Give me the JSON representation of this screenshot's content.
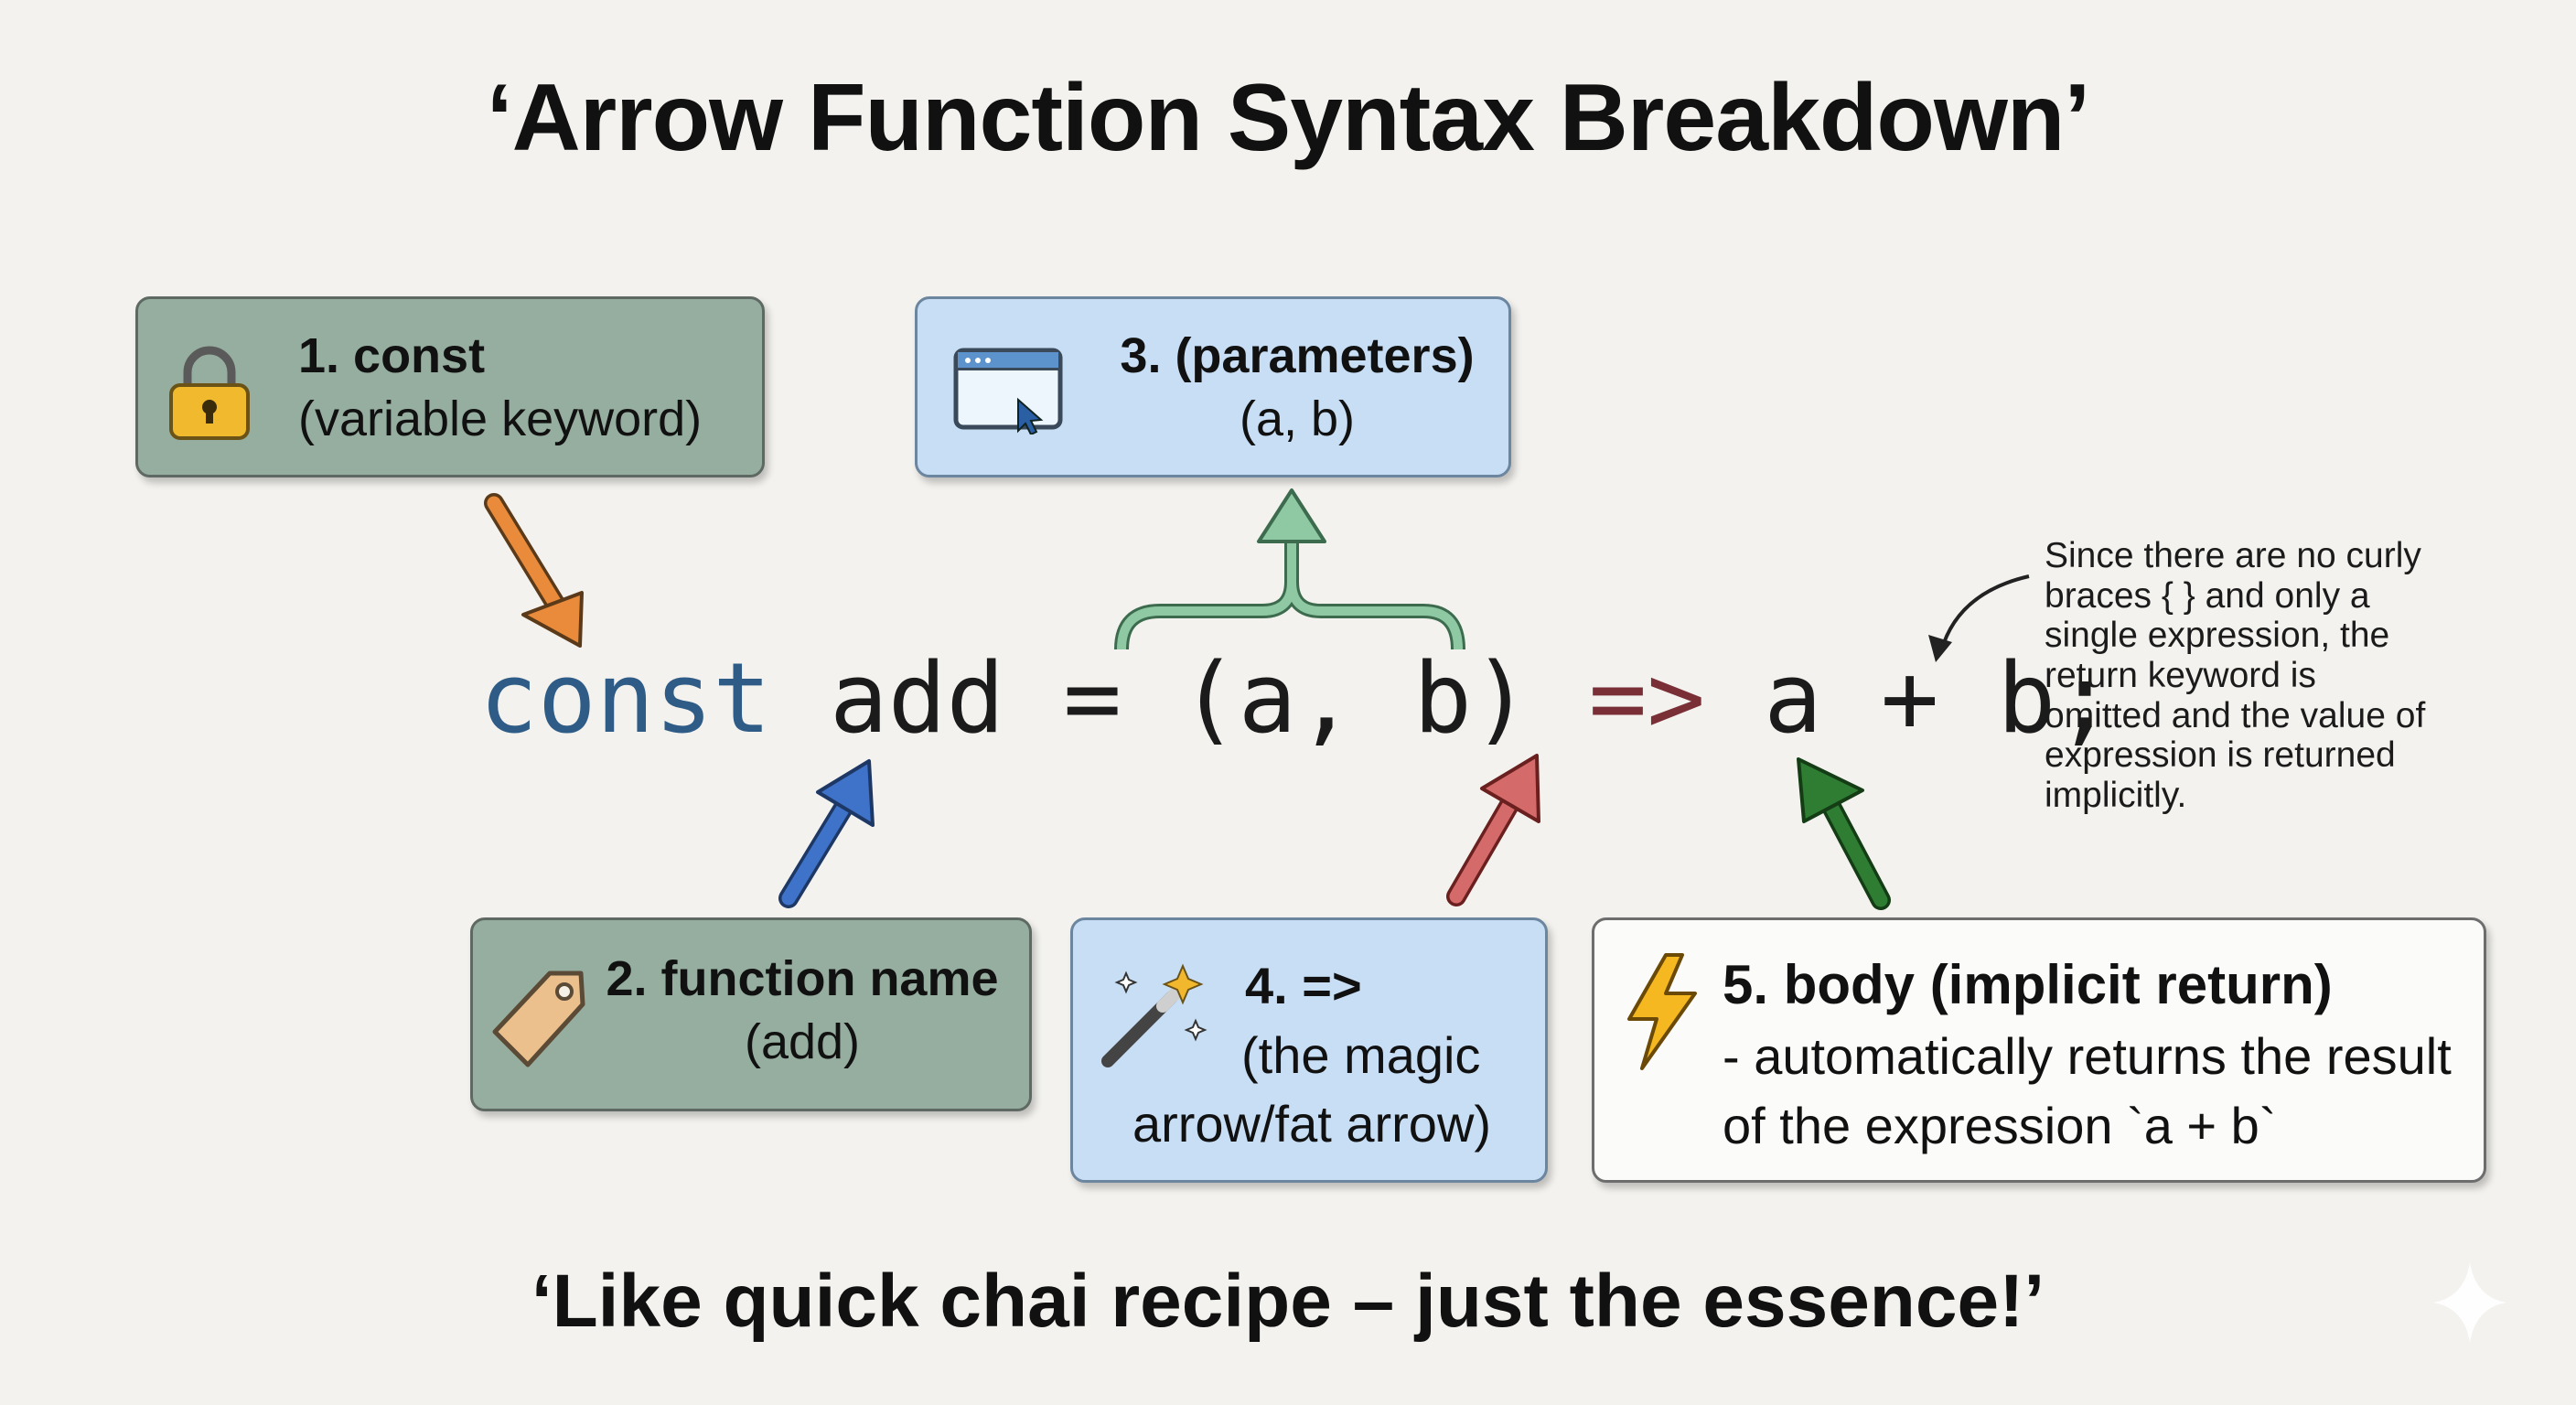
{
  "title": "‘Arrow Function Syntax Breakdown’",
  "code": {
    "keyword": "const",
    "name": "add",
    "equals": "=",
    "params": "(a, b)",
    "arrow": "=>",
    "body": "a + b;"
  },
  "cards": {
    "const": {
      "head": "1. const",
      "sub": "(variable keyword)",
      "icon": "padlock-icon"
    },
    "name": {
      "head": "2. function name",
      "sub": "(add)",
      "icon": "tag-icon"
    },
    "params": {
      "head": "3. (parameters)",
      "sub": "(a, b)",
      "icon": "browser-window-icon"
    },
    "arrow": {
      "head": "4. =>",
      "sub1": "(the magic",
      "sub2": "arrow/fat arrow)",
      "icon": "magic-wand-icon"
    },
    "body": {
      "head": "5. body (implicit return)",
      "sub1": "- automatically returns the result",
      "sub2": "of the expression `a + b`",
      "icon": "lightning-icon"
    }
  },
  "note": {
    "lines": [
      "Since there are no curly",
      "braces { } and only a",
      "single expression, the",
      "return keyword is",
      "omitted and the value of",
      "expression is returned",
      "implicitly."
    ]
  },
  "footer": "‘Like quick chai recipe – just the essence!’",
  "colors": {
    "background": "#f3f2ee",
    "card_green": "#96aea0",
    "card_blue": "#c7def5",
    "card_white": "#fbfbf9",
    "keyword": "#2f5c86",
    "fat_arrow": "#7a2e35",
    "arrow_orange": "#e98b3a",
    "arrow_blue": "#3f73c9",
    "arrow_mint": "#8fc9a4",
    "arrow_red": "#d56a6a",
    "arrow_green": "#2e7d32"
  }
}
